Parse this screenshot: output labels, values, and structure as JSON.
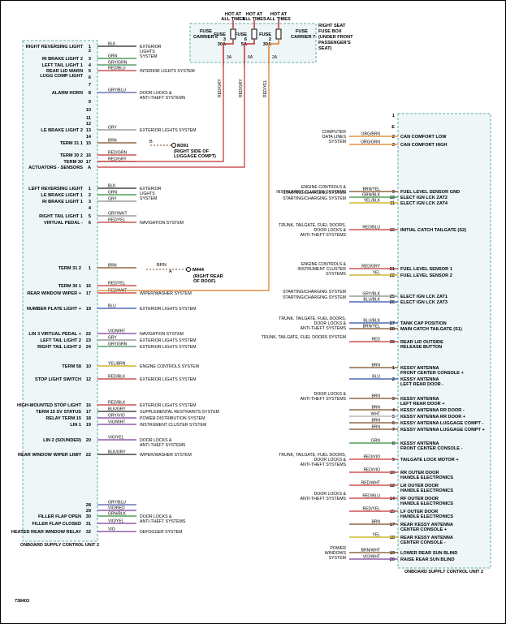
{
  "figure_id": "738403",
  "fuse_box": {
    "hot_labels": [
      "HOT AT\nALL TIMES",
      "HOT AT\nALL TIMES",
      "HOT AT\nALL TIMES"
    ],
    "carrier_left": "FUSE\nCARRIER 6",
    "carrier_right": "FUSE\nCARRIER 7",
    "fuses": [
      "FUSE\n3\n30A",
      "FUSE\n6\n5A",
      "FUSE\n2\n30A"
    ],
    "pins": [
      "3A",
      "6A",
      "2A"
    ],
    "wires": [
      "RED/GRY",
      "RED/GRY",
      "RED/YEL"
    ],
    "location": "RIGHT SEAT\nFUSE BOX\n(UNDER FRONT\nPASSENGER'S\nSEAT)"
  },
  "left_module": {
    "label": "ONBOARD SUPPLY CONTROL UNIT 2",
    "pins": [
      {
        "n": "1",
        "label": "RIGHT REVERSING LIGHT",
        "wire": "BLK",
        "sys": "EXTERIOR\nLIGHTS\nSYSTEM",
        "color": "#222222"
      },
      {
        "n": "2",
        "label": "",
        "wire": "",
        "sys": "",
        "color": ""
      },
      {
        "n": "3",
        "label": "RI BRAKE LIGHT 2",
        "wire": "GRN",
        "sys": "",
        "color": "#2e8b3a"
      },
      {
        "n": "4",
        "label": "LEFT TAIL LIGHT 1",
        "wire": "GRY/GRN",
        "sys": "",
        "color": "#3a8a55"
      },
      {
        "n": "5",
        "label": "REAR LID WARN\nLUGG COMP LIGHT",
        "wire": "RED/BLU",
        "sys": "INTERIOR LIGHTS SYSTEM",
        "color": "#c03030"
      },
      {
        "n": "6",
        "label": "",
        "wire": "",
        "sys": "",
        "color": ""
      },
      {
        "n": "7",
        "label": "",
        "wire": "",
        "sys": "",
        "color": ""
      },
      {
        "n": "8",
        "label": "ALARM HORN",
        "wire": "GRY/BLU",
        "sys": "DOOR LOCKS &\nANTI-THEFT SYSTEMS",
        "color": "#4a5aa8"
      },
      {
        "n": "9",
        "label": "",
        "wire": "",
        "sys": "",
        "color": ""
      },
      {
        "n": "10",
        "label": "",
        "wire": "",
        "sys": "",
        "color": ""
      },
      {
        "n": "11",
        "label": "",
        "wire": "",
        "sys": "",
        "color": ""
      },
      {
        "n": "12",
        "label": "",
        "wire": "",
        "sys": "",
        "color": ""
      },
      {
        "n": "13",
        "label": "LE BRAKE LIGHT 2",
        "wire": "GRY",
        "sys": "EXTERIOR LIGHTS SYSTEM",
        "color": "#888888"
      },
      {
        "n": "14",
        "label": "",
        "wire": "",
        "sys": "",
        "color": ""
      },
      {
        "n": "15",
        "label": "TERM 31 1",
        "wire": "BRN",
        "sys": "",
        "color": "#7a4a1e"
      },
      {
        "n": "16",
        "label": "TERM 30 2",
        "wire": "RED/GRN",
        "sys": "",
        "color": "#c03030"
      },
      {
        "n": "17",
        "label": "TERM 30",
        "wire": "RED/GRY",
        "sys": "",
        "color": "#c03030"
      },
      {
        "n": "A",
        "label": "ACTUATORS - SENSORS",
        "wire": "",
        "sys": "",
        "color": ""
      },
      {
        "n": "1",
        "label": "LEFT REVERSING LIGHT",
        "wire": "BLK",
        "sys": "EXTERIOR\nLIGHTS\nSYSTEM",
        "color": "#222222"
      },
      {
        "n": "2",
        "label": "LE BRAKE LIGHT 1",
        "wire": "GRN",
        "sys": "",
        "color": "#2e8b3a"
      },
      {
        "n": "3",
        "label": "RI BRAKE LIGHT 1",
        "wire": "GRY",
        "sys": "",
        "color": "#888888"
      },
      {
        "n": "4",
        "label": "",
        "wire": "",
        "sys": "",
        "color": ""
      },
      {
        "n": "5",
        "label": "RIGHT TAIL LIGHT 1",
        "wire": "GRY/WHT",
        "sys": "",
        "color": "#888888"
      },
      {
        "n": "6",
        "label": "VIRTUAL PEDAL -",
        "wire": "RED/YEL",
        "sys": "NAVIGATION SYSTEM",
        "color": "#c03030"
      }
    ],
    "pins_b": [
      {
        "n": "1",
        "label": "TERM 31 2",
        "wire": "BRN",
        "sys": "",
        "color": "#7a4a1e"
      },
      {
        "n": "16",
        "label": "TERM 30 1",
        "wire": "RED/YEL",
        "sys": "",
        "color": "#c03030"
      },
      {
        "n": "17",
        "label": "REAR WINDOW WIPER +",
        "wire": "RED/WHT",
        "sys": "WIPER/WASHER SYSTEM",
        "color": "#c03030"
      },
      {
        "n": "19",
        "label": "NUMBER PLATE LIGHT +",
        "wire": "BLU",
        "sys": "EXTERIOR LIGHTS SYSTEM",
        "color": "#2a4aa8"
      },
      {
        "n": "22",
        "label": "LIN 3 VIRTUAL PEDAL +",
        "wire": "VIO/WHT",
        "sys": "NAVIGATION SYSTEM",
        "color": "#7a3a9a"
      },
      {
        "n": "23",
        "label": "LEFT TAIL LIGHT 2",
        "wire": "GRY",
        "sys": "EXTERIOR LIGHTS SYSTEM",
        "color": "#888888"
      },
      {
        "n": "24",
        "label": "RIGHT TAIL LIGHT 2",
        "wire": "GRY/GRN",
        "sys": "EXTERIOR LIGHTS SYSTEM",
        "color": "#3a8a55"
      },
      {
        "n": "10",
        "label": "TERM 58",
        "wire": "YEL/BRN",
        "sys": "ENGINE CONTROLS SYSTEM",
        "color": "#c8a800"
      },
      {
        "n": "12",
        "label": "STOP LIGHT SWITCH",
        "wire": "RED/BLK",
        "sys": "EXTERIOR LIGHTS SYSTEM",
        "color": "#c03030"
      },
      {
        "n": "16",
        "label": "HIGH-MOUNTED STOP LIGHT",
        "wire": "RED/BLK",
        "sys": "EXTERIOR LIGHTS SYSTEM",
        "color": "#c03030"
      },
      {
        "n": "17",
        "label": "TERM 15 SV STATUS",
        "wire": "BLK/GRY",
        "sys": "SUPPLEMENTAL RESTRAINTS SYSTEM",
        "color": "#222222"
      },
      {
        "n": "18",
        "label": "RELAY TERM 15",
        "wire": "GRY/VIO",
        "sys": "POWER DISTRIBUTION SYSTEM",
        "color": "#7a3a9a"
      },
      {
        "n": "19",
        "label": "LIN 1",
        "wire": "VIO/WHT",
        "sys": "INSTRUMENT CLUSTER SYSTEM",
        "color": "#7a3a9a"
      },
      {
        "n": "20",
        "label": "LIN 2 (SOUNDER)",
        "wire": "VIO/YEL",
        "sys": "DOOR LOCKS &\nANTI-THEFT SYSTEMS",
        "color": "#7a3a9a"
      },
      {
        "n": "22",
        "label": "REAR WINDOW WIPER LIMIT",
        "wire": "BLK/GRY",
        "sys": "WIPER/WASHER SYSTEM",
        "color": "#222222"
      },
      {
        "n": "28",
        "label": "",
        "wire": "GRY/BLU",
        "sys": "",
        "color": "#4a5aa8"
      },
      {
        "n": "29",
        "label": "",
        "wire": "VIO/RED",
        "sys": "",
        "color": "#7a3a9a"
      },
      {
        "n": "30",
        "label": "FILLER FLAP OPEN",
        "wire": "GRN/BLK",
        "sys": "DOOR LOCKS &\nANTI-THEFT SYSTEMS",
        "color": "#2e8b3a"
      },
      {
        "n": "31",
        "label": "FILLER FLAP CLOSED",
        "wire": "VIO/YEL",
        "sys": "",
        "color": "#7a3a9a"
      },
      {
        "n": "32",
        "label": "HEATED REAR WINDOW RELAY",
        "wire": "VIO",
        "sys": "DEFOGGER SYSTEM",
        "color": "#7a3a9a"
      }
    ],
    "ground1": {
      "letter": "B",
      "id": "M391",
      "loc": "(RIGHT SIDE OF\nLUGGAGE COMPT)"
    },
    "ground2": {
      "letter": "A",
      "wire": "BRN",
      "id": "M444",
      "loc": "(RIGHT REAR\nOF ROOF)"
    }
  },
  "right_module": {
    "label": "ONBOARD SUPPLY CONTROL UNIT 2",
    "pins": [
      {
        "n": "1",
        "left": "",
        "wire": "",
        "right": "",
        "color": ""
      },
      {
        "n": "E",
        "left": "",
        "wire": "",
        "right": "",
        "color": ""
      },
      {
        "n": "2",
        "left": "COMPUTER\nDATA LINES\nSYSTEM",
        "wire": "ORG/BRN",
        "right": "CAN COMFORT LOW",
        "color": "#e07a20"
      },
      {
        "n": "3",
        "left": "",
        "wire": "ORG/GRN",
        "right": "CAN COMFORT HIGH",
        "color": "#e07a20"
      },
      {
        "n": "9",
        "left": "ENGINE CONTROLS &\nINSTRUMENT CLUSTER SYSTEMS",
        "wire": "BRN/YEL",
        "right": "FUEL LEVEL SENSOR GND",
        "color": "#7a4a1e"
      },
      {
        "n": "10",
        "left": "STARTING/CHARGING SYSTEM",
        "wire": "GRN/BLK",
        "right": "ELECT IGN LCK ZAT2",
        "color": "#2e8b3a"
      },
      {
        "n": "11",
        "left": "STARTING/CHARGING SYSTEM",
        "wire": "YEL/BLK",
        "right": "ELECT IGN LCK ZAT4",
        "color": "#c8a800"
      },
      {
        "n": "16",
        "left": "TRUNK, TAILGATE, FUEL DOORS,\nDOOR LOCKS &\nANTI-THEFT SYSTEMS",
        "wire": "RED/BLU",
        "right": "INITIAL CATCH TAILGATE (S2)",
        "color": "#c03030"
      },
      {
        "n": "21",
        "left": "ENGINE CONTROLS &\nINSTRUMENT CLUSTER\nSYSTEMS",
        "wire": "RED/GRY",
        "right": "FUEL LEVEL SENSOR 1",
        "color": "#c03030"
      },
      {
        "n": "22",
        "left": "",
        "wire": "YEL",
        "right": "FUEL LEVEL SENSOR 2",
        "color": "#c8a800"
      },
      {
        "n": "25",
        "left": "STARTING/CHARGING SYSTEM",
        "wire": "GRY/BLK",
        "right": "ELECT IGN LCK ZAT1",
        "color": "#888888"
      },
      {
        "n": "26",
        "left": "STARTING/CHARGING SYSTEM",
        "wire": "BLU/BLK",
        "right": "ELECT IGN LCK ZAT3",
        "color": "#2a4aa8"
      },
      {
        "n": "27",
        "left": "TRUNK, TAILGATE, FUEL DOORS,\nDOOR LOCKS &\nANTI-THEFT SYSTEMS",
        "wire": "BLU/BLK",
        "right": "TANK CAP POSITION",
        "color": "#2a4aa8"
      },
      {
        "n": "28",
        "left": "",
        "wire": "BRN/YEL",
        "right": "MAIN CATCH TAILGATE (S1)",
        "color": "#7a4a1e"
      },
      {
        "n": "30",
        "left": "TRUNK, TAILGATE, FUEL DOORS SYSTEM",
        "wire": "RED",
        "right": "REAR LID OUTSIDE\nRELEASE BUTTON",
        "color": "#c03030"
      },
      {
        "n": "1",
        "left": "",
        "wire": "BRN",
        "right": "KESSY ANTENNA\nFRONT CENTER CONSOLE +",
        "color": "#7a4a1e"
      },
      {
        "n": "2",
        "left": "",
        "wire": "BLU",
        "right": "KESSY ANTENNA\nLEFT REAR DOOR -",
        "color": "#2a4aa8"
      },
      {
        "n": "3",
        "left": "DOOR LOCKS &\nANTI-THEFT SYSTEMS",
        "wire": "BRN",
        "right": "KESSY ANTENNA\nLEFT REAR DOOR +",
        "color": "#7a4a1e"
      },
      {
        "n": "4",
        "left": "",
        "wire": "BRN",
        "right": "KESSY ANTENNA RR DOOR -",
        "color": "#7a4a1e"
      },
      {
        "n": "5",
        "left": "",
        "wire": "WHT",
        "right": "KESSY ANTENNA RR DOOR +",
        "color": "#aaaaaa"
      },
      {
        "n": "6",
        "left": "",
        "wire": "BRN",
        "right": "KESSY ANTENNA LUGGAGE COMPT -",
        "color": "#7a4a1e"
      },
      {
        "n": "7",
        "left": "",
        "wire": "BRN",
        "right": "KESSY ANTENNA LUGGAGE COMPT +",
        "color": "#7a4a1e"
      },
      {
        "n": "8",
        "left": "",
        "wire": "GRN",
        "right": "KESSY ANTENNA\nFRONT CENTER CONSOLE -",
        "color": "#2e8b3a"
      },
      {
        "n": "9",
        "left": "TRUNK, TAILGATE, FUEL DOORS,\nDOOR LOCKS &\nANTI-THEFT SYSTEMS",
        "wire": "RED/VIO",
        "right": "TAILGATE LOCK MOTOR +",
        "color": "#c03030"
      },
      {
        "n": "10",
        "left": "",
        "wire": "RED/VIO",
        "right": "RR OUTER DOOR\nHANDLE ELECTRONICS",
        "color": "#c03030"
      },
      {
        "n": "12",
        "left": "",
        "wire": "RED/WHT",
        "right": "LR OUTER DOOR\nHANDLE ELECTRONICS",
        "color": "#c03030"
      },
      {
        "n": "14",
        "left": "DOOR LOCKS &\nANTI-THEFT SYSTEMS",
        "wire": "RED/BLU",
        "right": "RF OUTER DOOR\nHANDLE ELECTRONICS",
        "color": "#c03030"
      },
      {
        "n": "15",
        "left": "",
        "wire": "RED/YEL",
        "right": "LF OUTER DOOR\nHANDLE ELECTRONICS",
        "color": "#c03030"
      },
      {
        "n": "17",
        "left": "",
        "wire": "BRN",
        "right": "REAR KESSY ANTENNA\nCENTER CONSOLE +",
        "color": "#7a4a1e"
      },
      {
        "n": "18",
        "left": "",
        "wire": "YEL",
        "right": "REAR KESSY ANTENNA\nCENTER CONSOLE -",
        "color": "#c8a800"
      },
      {
        "n": "19",
        "left": "POWER\nWINDOWS\nSYSTEM",
        "wire": "BRN/WHT",
        "right": "LOWER REAR SUN BLIND",
        "color": "#7a4a1e"
      },
      {
        "n": "20",
        "left": "",
        "wire": "VIO/WHT",
        "right": "RAISE REAR SUN BLIND",
        "color": "#7a3a9a"
      }
    ]
  }
}
